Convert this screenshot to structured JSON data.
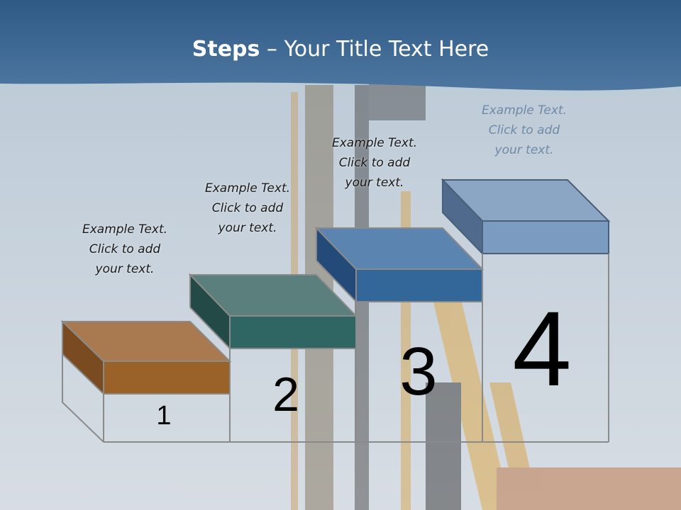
{
  "slide": {
    "title_bold": "Steps",
    "title_rest": " – Your Title Text Here"
  },
  "steps": [
    {
      "number": "1",
      "line1": "Example Text.",
      "line2": "Click  to add",
      "line3": "your text.",
      "color": "#9a6128"
    },
    {
      "number": "2",
      "line1": "Example Text.",
      "line2": "Click  to add",
      "line3": "your text.",
      "color": "#2f6563"
    },
    {
      "number": "3",
      "line1": "Example Text.",
      "line2": "Click  to add",
      "line3": "your text.",
      "color": "#336699"
    },
    {
      "number": "4",
      "line1": "Example Text.",
      "line2": "Click  to add",
      "line3": "your text.",
      "color": "#7b9cc0"
    }
  ],
  "colors": {
    "header": "#3f6690",
    "sky": "#c9d4de"
  }
}
